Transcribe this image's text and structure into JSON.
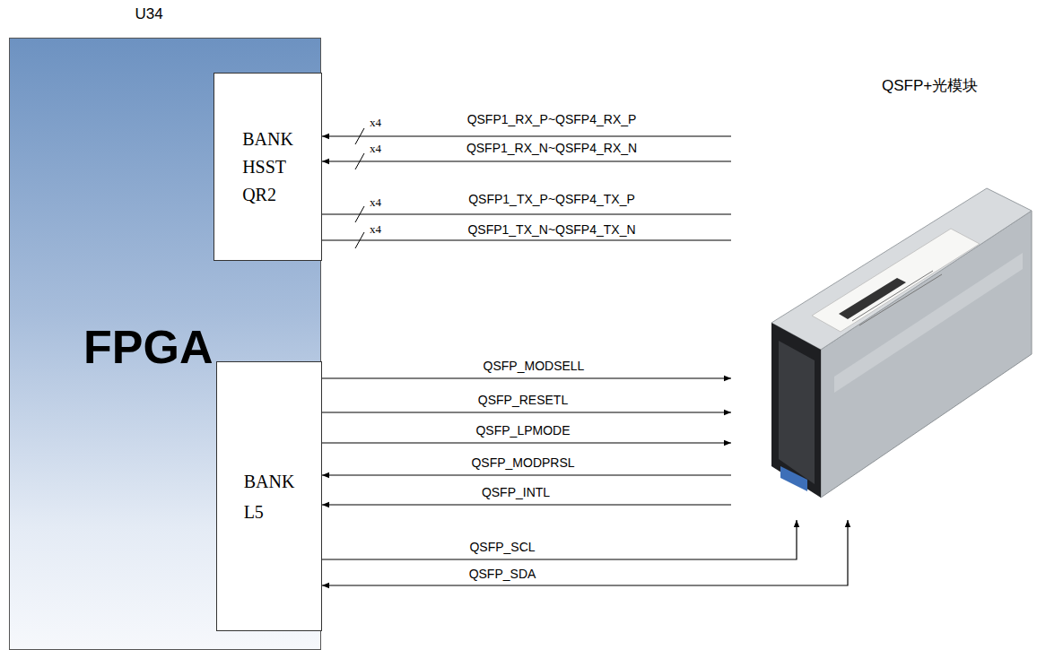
{
  "diagram": {
    "nodes": [
      {
        "text": [
          "U34",
          "FPGA"
        ]
      },
      {
        "text": [
          "BANK HSST QR2"
        ],
        "in": 0
      },
      {
        "text": [
          "BANK L5"
        ],
        "in": 0
      },
      {
        "text": [
          "QSFP+光模块"
        ]
      }
    ],
    "edges": [
      {
        "from": 3,
        "to": 1,
        "arrow": "to",
        "label": "QSFP1_RX_P~QSFP4_RX_P"
      },
      {
        "from": 3,
        "to": 1,
        "arrow": "to",
        "label": "QSFP1_RX_N~QSFP4_RX_N"
      },
      {
        "from": 1,
        "to": 3,
        "arrow": "none",
        "label": "QSFP1_TX_P~QSFP4_TX_P"
      },
      {
        "from": 1,
        "to": 3,
        "arrow": "none",
        "label": "QSFP1_TX_N~QSFP4_TX_N"
      },
      {
        "from": 2,
        "to": 3,
        "arrow": "to",
        "label": "QSFP_MODSELL"
      },
      {
        "from": 2,
        "to": 3,
        "arrow": "to",
        "label": "QSFP_RESETL"
      },
      {
        "from": 2,
        "to": 3,
        "arrow": "to",
        "label": "QSFP_LPMODE"
      },
      {
        "from": 3,
        "to": 2,
        "arrow": "to",
        "label": "QSFP_MODPRSL"
      },
      {
        "from": 3,
        "to": 2,
        "arrow": "to",
        "label": "QSFP_INTL"
      },
      {
        "from": 2,
        "to": 3,
        "arrow": "to",
        "label": "QSFP_SCL"
      },
      {
        "from": 2,
        "to": 3,
        "arrow": "both",
        "label": "QSFP_SDA"
      }
    ],
    "labels": [
      "x4",
      "x4",
      "x4",
      "x4"
    ]
  }
}
